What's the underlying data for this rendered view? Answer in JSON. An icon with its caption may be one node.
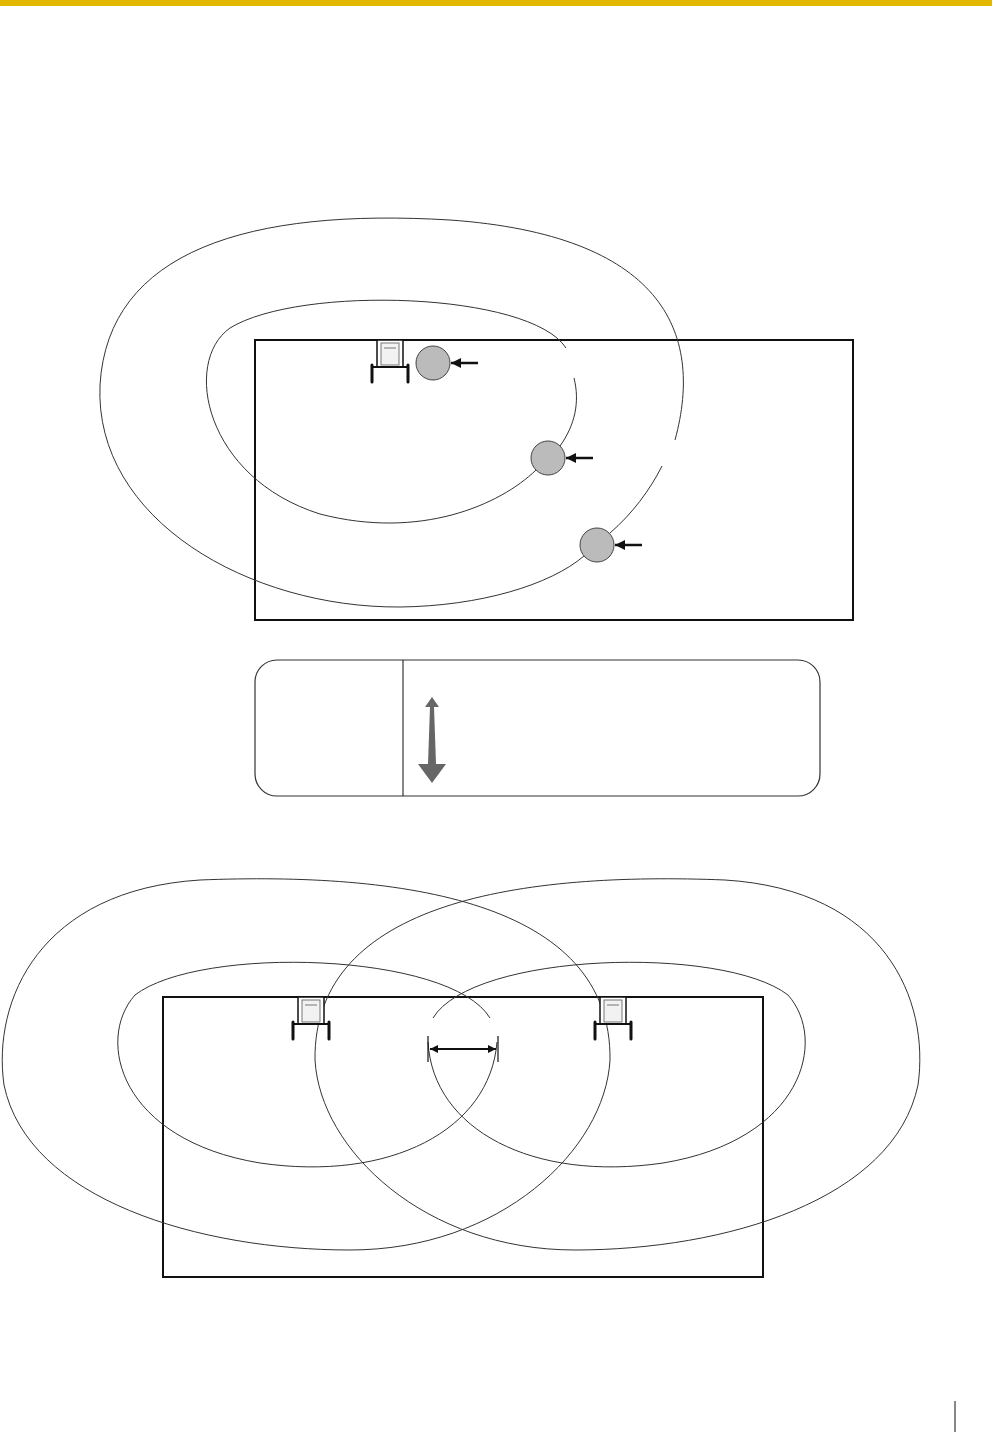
{
  "diagram": {
    "nodes": [
      {
        "text": [],
        "shape": "circle"
      },
      {
        "text": [],
        "shape": "circle"
      },
      {
        "text": [],
        "shape": "circle"
      }
    ],
    "edges": [
      {
        "from": null,
        "to": 0,
        "arrow": "to"
      },
      {
        "from": null,
        "to": 1,
        "arrow": "to"
      },
      {
        "from": null,
        "to": 2,
        "arrow": "to"
      }
    ]
  }
}
